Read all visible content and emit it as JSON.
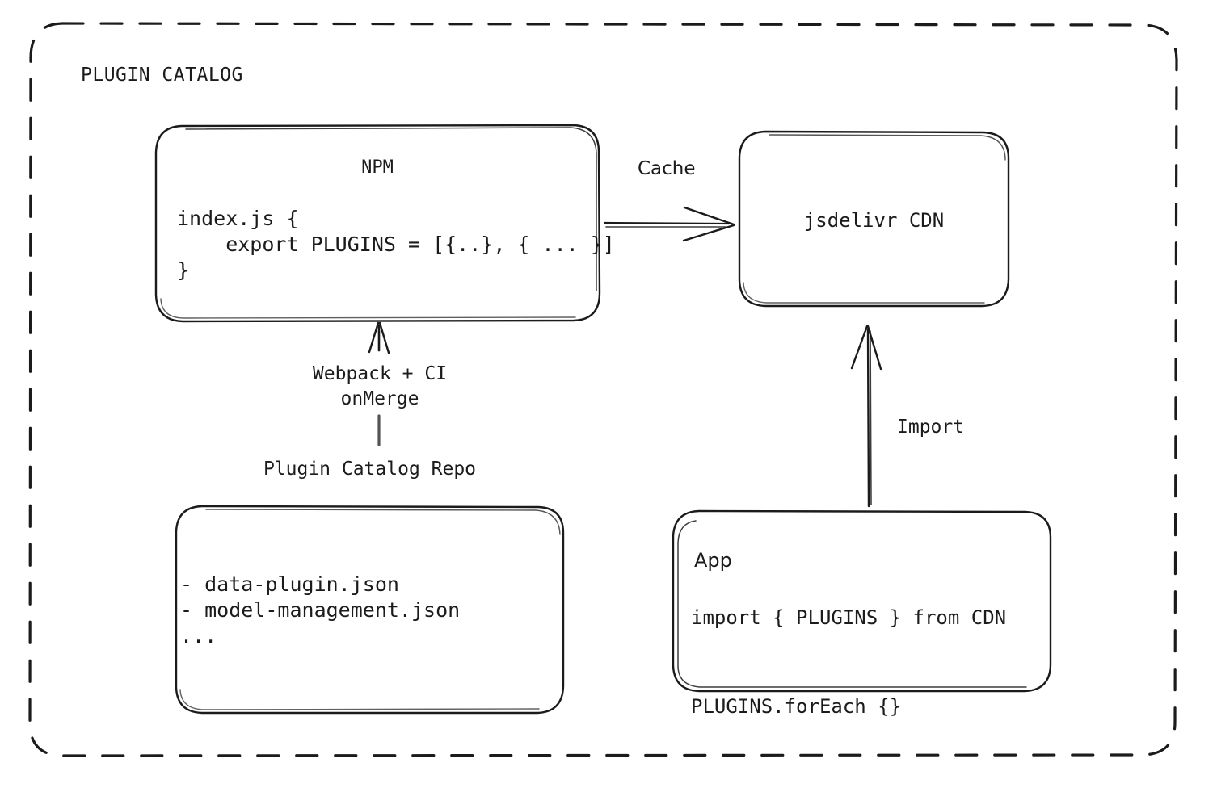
{
  "diagram": {
    "group": {
      "title": "PLUGIN CATALOG"
    },
    "nodes": {
      "npm": {
        "title": "NPM",
        "code": "index.js {\n    export PLUGINS = [{..}, { ... }]\n}"
      },
      "cdn": {
        "title": "jsdelivr CDN"
      },
      "repo": {
        "caption": "Plugin Catalog Repo",
        "items": "- data-plugin.json\n- model-management.json\n..."
      },
      "app": {
        "title": "App",
        "code": "import { PLUGINS } from CDN\n\nPLUGINS.forEach {}"
      }
    },
    "edges": {
      "cache": "Cache",
      "import": "Import",
      "build": "Webpack + CI\nonMerge"
    },
    "colors": {
      "stroke": "#1b1b1b",
      "background": "#ffffff",
      "text": "#1b1b1b"
    }
  }
}
